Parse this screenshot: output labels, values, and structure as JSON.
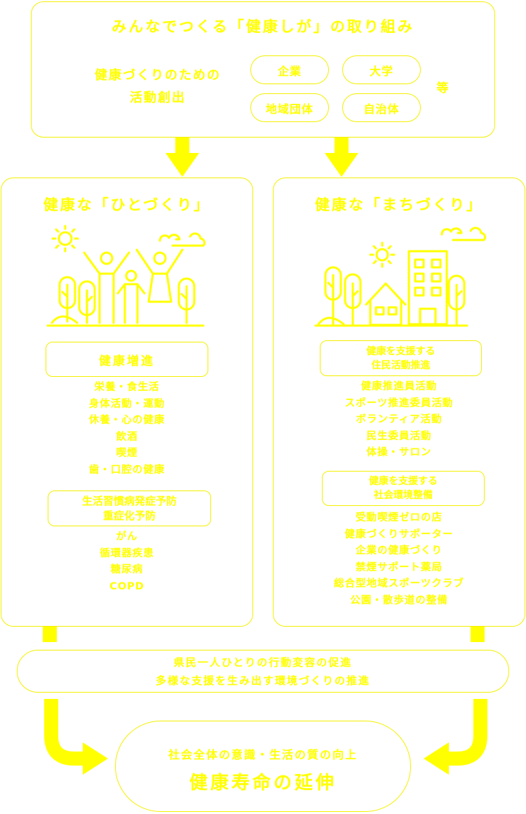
{
  "top": {
    "title": "みんなでつくる「健康しが」の取り組み",
    "label_line1": "健康づくりのための",
    "label_line2": "活動創出",
    "pills": [
      "企業",
      "大学",
      "地域団体",
      "自治体"
    ],
    "etc": "等"
  },
  "left": {
    "title": "健康な「ひとづくり」",
    "section1": {
      "title": "健康増進",
      "items": [
        "栄養・食生活",
        "身体活動・運動",
        "休養・心の健康",
        "飲酒",
        "喫煙",
        "歯・口腔の健康"
      ]
    },
    "section2": {
      "title_line1": "生活習慣病発症予防",
      "title_line2": "重症化予防",
      "items": [
        "がん",
        "循環器疾患",
        "糖尿病",
        "COPD"
      ]
    }
  },
  "right": {
    "title": "健康な「まちづくり」",
    "section1": {
      "title_line1": "健康を支援する",
      "title_line2": "住民活動推進",
      "items": [
        "健康推進員活動",
        "スポーツ推進委員活動",
        "ボランティア活動",
        "民生委員活動",
        "体操・サロン"
      ]
    },
    "section2": {
      "title_line1": "健康を支援する",
      "title_line2": "社会環境整備",
      "items": [
        "受動喫煙ゼロの店",
        "健康づくりサポーター",
        "企業の健康づくり",
        "禁煙サポート薬局",
        "総合型地域スポーツクラブ",
        "公園・散歩道の整備"
      ]
    }
  },
  "middle": {
    "line1": "県民一人ひとりの行動変容の促進",
    "line2": "多様な支援を生み出す環境づくりの推進"
  },
  "bottom": {
    "line1": "社会全体の意識・生活の質の向上",
    "line2": "健康寿命の延伸"
  },
  "colors": {
    "accent": "#ffff00",
    "border": "#f3f000",
    "background": "#ffffff"
  }
}
